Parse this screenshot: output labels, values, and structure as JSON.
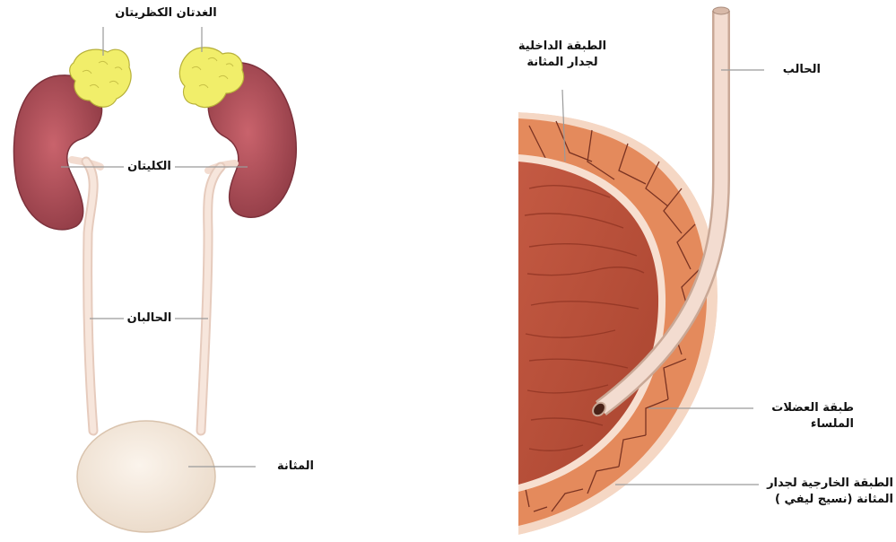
{
  "labels": {
    "adrenal_glands": "الغدتان الكظريتان",
    "kidneys": "الكليتان",
    "ureters": "الحالبان",
    "bladder": "المثانة",
    "inner_layer_line1": "الطبقة الداخلية",
    "inner_layer_line2": "لجدار المثانة",
    "ureter": "الحالب",
    "smooth_muscle_line1": "طبقة العضلات",
    "smooth_muscle_line2": "الملساء",
    "outer_layer_line1": "الطبقة الخارجية لجدار",
    "outer_layer_line2": "المثانة (نسيج ليفي )"
  },
  "colors": {
    "kidney": "#b9545e",
    "kidney_dark": "#8e3a44",
    "adrenal": "#f1ee6a",
    "ureter": "#f3dcd0",
    "bladder": "#f7ecde",
    "muscle": "#e48a5c",
    "lumen": "#b9503a",
    "fiber": "#f5d7c4"
  }
}
